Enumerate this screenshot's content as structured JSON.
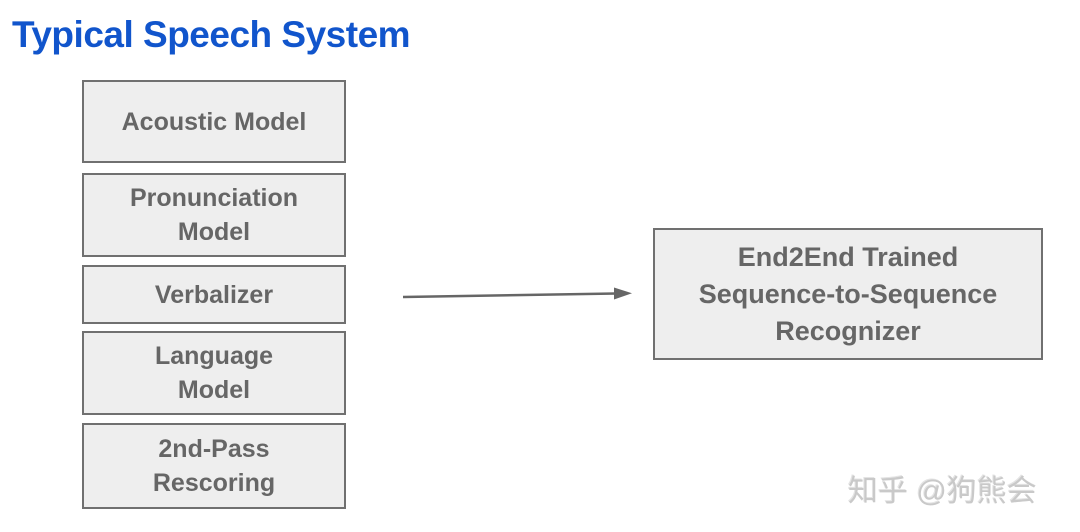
{
  "title": "Typical Speech System",
  "colors": {
    "title_blue": "#1155cc",
    "box_fill": "#eeeeee",
    "box_border": "#707070",
    "box_text": "#666666",
    "arrow": "#666666",
    "watermark_gray": "#c9c9c9",
    "background": "#ffffff"
  },
  "pipeline": {
    "left_boxes": [
      {
        "label": "Acoustic Model"
      },
      {
        "label": "Pronunciation\nModel"
      },
      {
        "label": "Verbalizer"
      },
      {
        "label": "Language\nModel"
      },
      {
        "label": "2nd-Pass\nRescoring"
      }
    ],
    "arrow_icon": "right-arrow",
    "right_box": {
      "label": "End2End Trained\nSequence-to-Sequence\nRecognizer"
    }
  },
  "watermark": "知乎 @狗熊会"
}
